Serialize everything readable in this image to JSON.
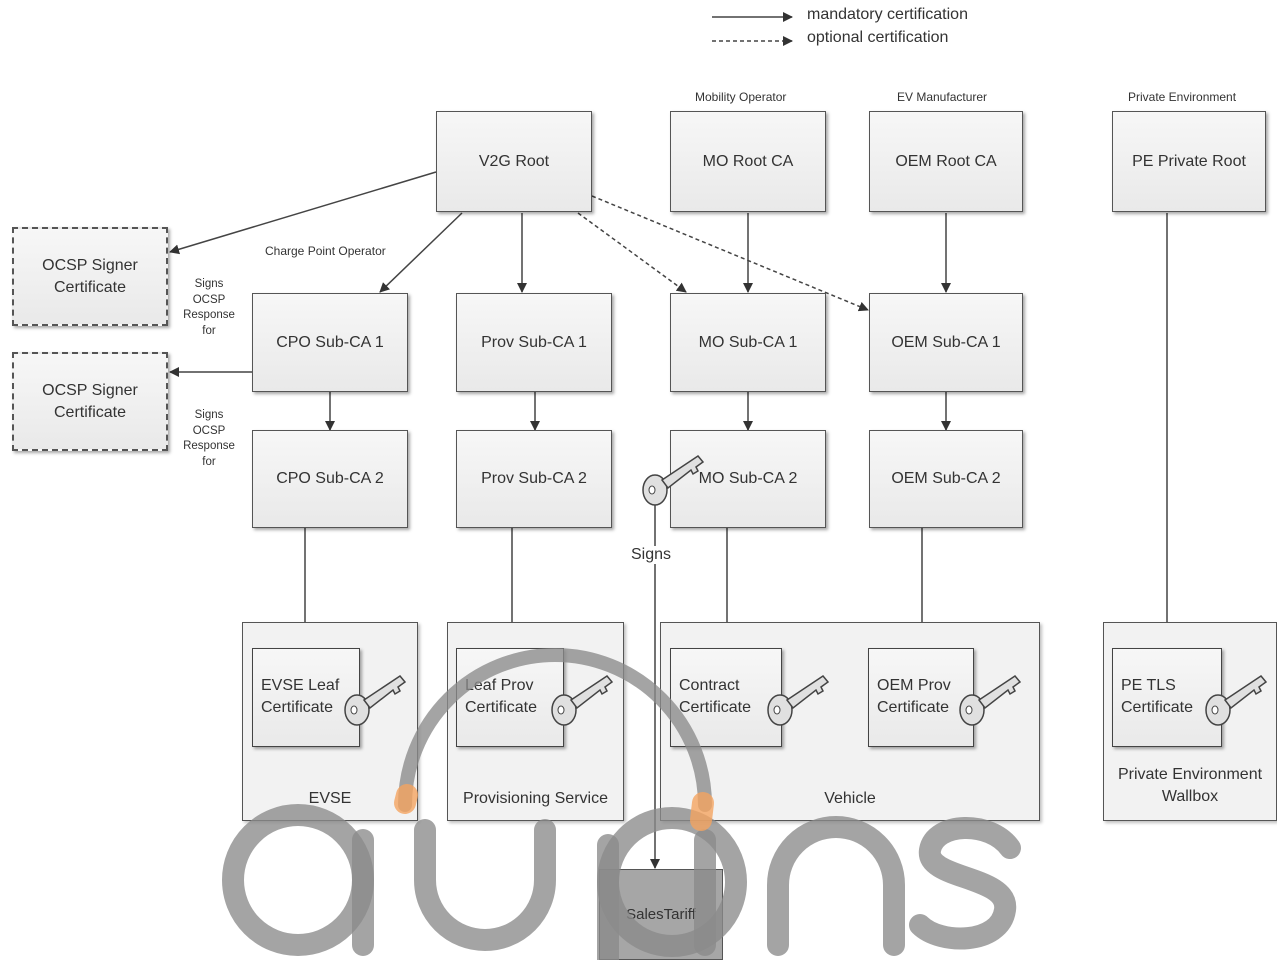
{
  "legend": {
    "mandatory": "mandatory certification",
    "optional": "optional certification"
  },
  "headers": {
    "mobility_operator": "Mobility Operator",
    "ev_manufacturer": "EV Manufacturer",
    "private_environment": "Private Environment",
    "charge_point_operator": "Charge Point Operator"
  },
  "nodes": {
    "v2g_root": "V2G Root",
    "mo_root_ca": "MO Root CA",
    "oem_root_ca": "OEM Root CA",
    "pe_private_root": "PE Private Root",
    "ocsp_signer_1_line1": "OCSP Signer",
    "ocsp_signer_1_line2": "Certificate",
    "ocsp_signer_2_line1": "OCSP Signer",
    "ocsp_signer_2_line2": "Certificate",
    "cpo_sub_ca_1": "CPO Sub-CA 1",
    "cpo_sub_ca_2": "CPO Sub-CA 2",
    "prov_sub_ca_1": "Prov Sub-CA 1",
    "prov_sub_ca_2": "Prov Sub-CA 2",
    "mo_sub_ca_1": "MO Sub-CA 1",
    "mo_sub_ca_2": "MO Sub-CA 2",
    "oem_sub_ca_1": "OEM Sub-CA 1",
    "oem_sub_ca_2": "OEM Sub-CA 2",
    "sales_tariff": "SalesTariff"
  },
  "ocsp_note": {
    "line1": "Signs",
    "line2": "OCSP",
    "line3": "Response",
    "line4": "for"
  },
  "signs_label": "Signs",
  "leaves": {
    "evse_l1": "EVSE Leaf",
    "evse_l2": "Certificate",
    "prov_l1": "Leaf Prov",
    "prov_l2": "Certificate",
    "contract_l1": "Contract",
    "contract_l2": "Certificate",
    "oem_prov_l1": "OEM Prov",
    "oem_prov_l2": "Certificate",
    "pe_tls_l1": "PE TLS",
    "pe_tls_l2": "Certificate"
  },
  "groups": {
    "evse": "EVSE",
    "provisioning": "Provisioning Service",
    "vehicle": "Vehicle",
    "private_wallbox_l1": "Private Environment",
    "private_wallbox_l2": "Wallbox"
  },
  "watermark": {
    "logo_text": "aupins",
    "color": "#8a8a8a",
    "accent": "#f4a460"
  }
}
